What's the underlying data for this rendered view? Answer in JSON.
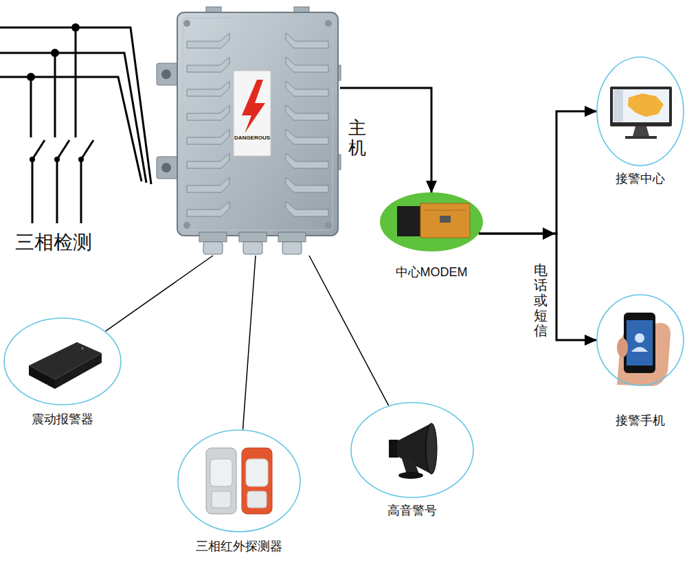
{
  "diagram": {
    "nodes": [
      {
        "text": [
          "主机",
          "DANGEROUS"
        ]
      },
      {
        "text": [
          "中心MODEM"
        ]
      },
      {
        "text": [
          "接警中心"
        ]
      },
      {
        "text": [
          "接警手机"
        ]
      },
      {
        "text": [
          "震动报警器"
        ]
      },
      {
        "text": [
          "三相红外探测器"
        ]
      },
      {
        "text": [
          "高音警号"
        ]
      }
    ],
    "edges": [
      {
        "from": 0,
        "to": 1,
        "arrow": "to"
      },
      {
        "from": 1,
        "to": 2,
        "arrow": "to",
        "label": "电话或短信"
      },
      {
        "from": 1,
        "to": 3,
        "arrow": "to"
      },
      {
        "from": 0,
        "to": 4,
        "arrow": "none"
      },
      {
        "from": 0,
        "to": 5,
        "arrow": "none"
      },
      {
        "from": 0,
        "to": 6,
        "arrow": "none"
      }
    ],
    "labels": [
      "三相检测"
    ]
  }
}
